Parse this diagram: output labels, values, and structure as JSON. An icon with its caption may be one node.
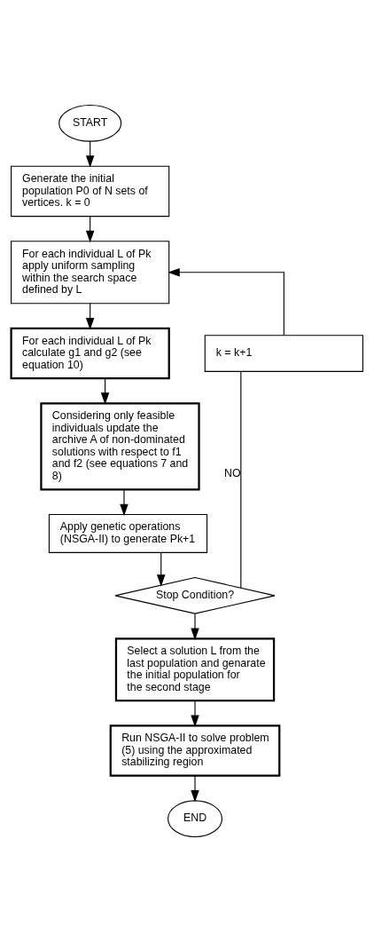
{
  "diagram": {
    "nodes": [
      {
        "text": [
          "START"
        ]
      },
      {
        "text": [
          "Generate the initial population P0 of N sets of vertices. k = 0"
        ]
      },
      {
        "text": [
          "For each individual L of Pk apply uniform sampling within the search space defined by L"
        ]
      },
      {
        "text": [
          "For each individual L of Pk calculate g1 and g2 (see equation 10)"
        ]
      },
      {
        "text": [
          "Considering only feasible individuals update the archive A of non-dominated solutions with respect to f1 and f2 (see equations 7 and 8)"
        ]
      },
      {
        "text": [
          "Apply genetic operations (NSGA-II) to generate Pk+1"
        ]
      },
      {
        "text": [
          "Stop Condition?"
        ]
      },
      {
        "text": [
          "k = k+1"
        ]
      },
      {
        "text": [
          "Select a solution L from the last population and genarate the initial population for the second stage"
        ]
      },
      {
        "text": [
          "Run NSGA-II to solve problem (5) using the approximated stabilizing region"
        ]
      },
      {
        "text": [
          "END"
        ]
      }
    ],
    "edges": [
      {
        "from": 0,
        "to": 1,
        "arrow": "to"
      },
      {
        "from": 1,
        "to": 2,
        "arrow": "to"
      },
      {
        "from": 2,
        "to": 3,
        "arrow": "to"
      },
      {
        "from": 3,
        "to": 4,
        "arrow": "to"
      },
      {
        "from": 4,
        "to": 5,
        "arrow": "to"
      },
      {
        "from": 5,
        "to": 6,
        "arrow": "to"
      },
      {
        "from": 6,
        "to": 7,
        "arrow": "none",
        "label": "NO"
      },
      {
        "from": 7,
        "to": 2,
        "arrow": "to"
      },
      {
        "from": 6,
        "to": 8,
        "arrow": "to"
      },
      {
        "from": 8,
        "to": 9,
        "arrow": "to"
      },
      {
        "from": 9,
        "to": 10,
        "arrow": "to"
      }
    ]
  }
}
